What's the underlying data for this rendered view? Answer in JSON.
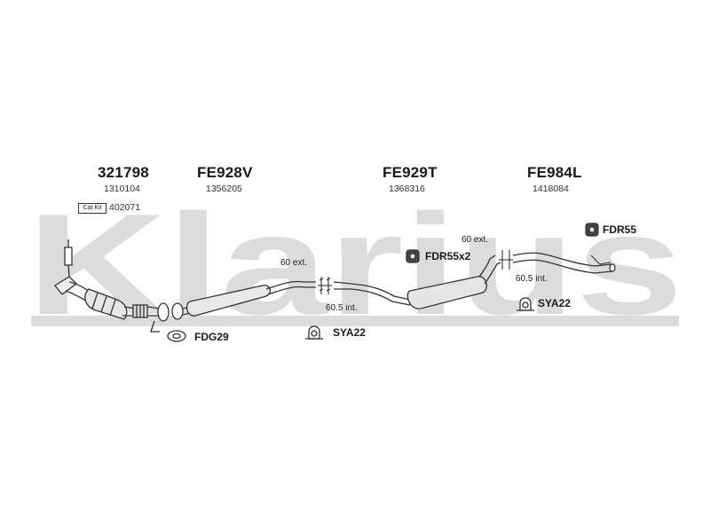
{
  "watermark": {
    "text": "Klarius",
    "color": "#dcdcdc"
  },
  "parts": [
    {
      "part_number": "321798",
      "reference": "1310104"
    },
    {
      "part_number": "FE928V",
      "reference": "1356205"
    },
    {
      "part_number": "FE929T",
      "reference": "1368316"
    },
    {
      "part_number": "FE984L",
      "reference": "1418084"
    }
  ],
  "cat_kit": {
    "label": "Cat Kit",
    "number": "402071"
  },
  "joints": [
    {
      "ext": "60 ext.",
      "int": "60.5 int."
    },
    {
      "ext": "60 ext.",
      "int": "60.5 int."
    }
  ],
  "accessories": {
    "gasket": "FDG29",
    "clamp_1": "SYA22",
    "clamp_2": "SYA22",
    "rubber_mount_pair": "FDR55x2",
    "rubber_mount": "FDR55"
  }
}
